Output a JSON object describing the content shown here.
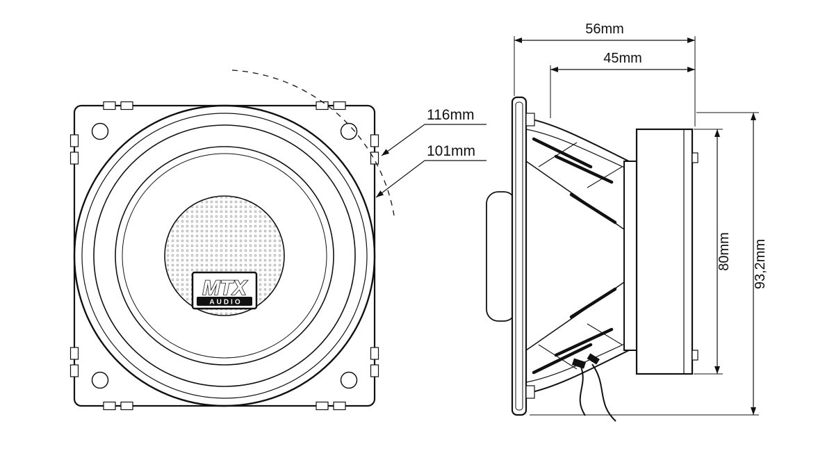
{
  "diagram": {
    "type": "technical-drawing",
    "subject": "coaxial car speaker dimension drawing",
    "front_view": {
      "label_outer": "116mm",
      "label_inner": "101mm",
      "logo_brand": "MTX",
      "logo_sub": "AUDIO"
    },
    "side_view": {
      "dim_depth_total": "56mm",
      "dim_depth_mount": "45mm",
      "dim_height_magnet": "80mm",
      "dim_height_total": "93,2mm"
    },
    "colors": {
      "ink": "#111111",
      "background": "#ffffff",
      "mesh_dot": "#999999"
    }
  }
}
